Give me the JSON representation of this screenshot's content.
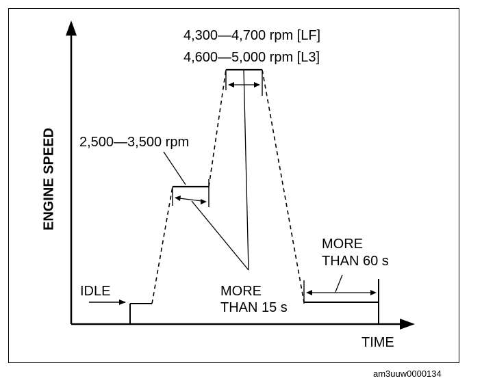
{
  "diagram": {
    "y_axis_label": "ENGINE SPEED",
    "x_axis_label": "TIME",
    "idle_label": "IDLE",
    "mid_speed_label": "2,500—3,500 rpm",
    "high_speed_label_lf": "4,300—4,700 rpm [LF]",
    "high_speed_label_l3": "4,600—5,000 rpm [L3]",
    "hold_15_line1": "MORE",
    "hold_15_line2": "THAN 15 s",
    "hold_60_line1": "MORE",
    "hold_60_line2": "THAN 60 s",
    "reference_code": "am3uuw0000134"
  }
}
